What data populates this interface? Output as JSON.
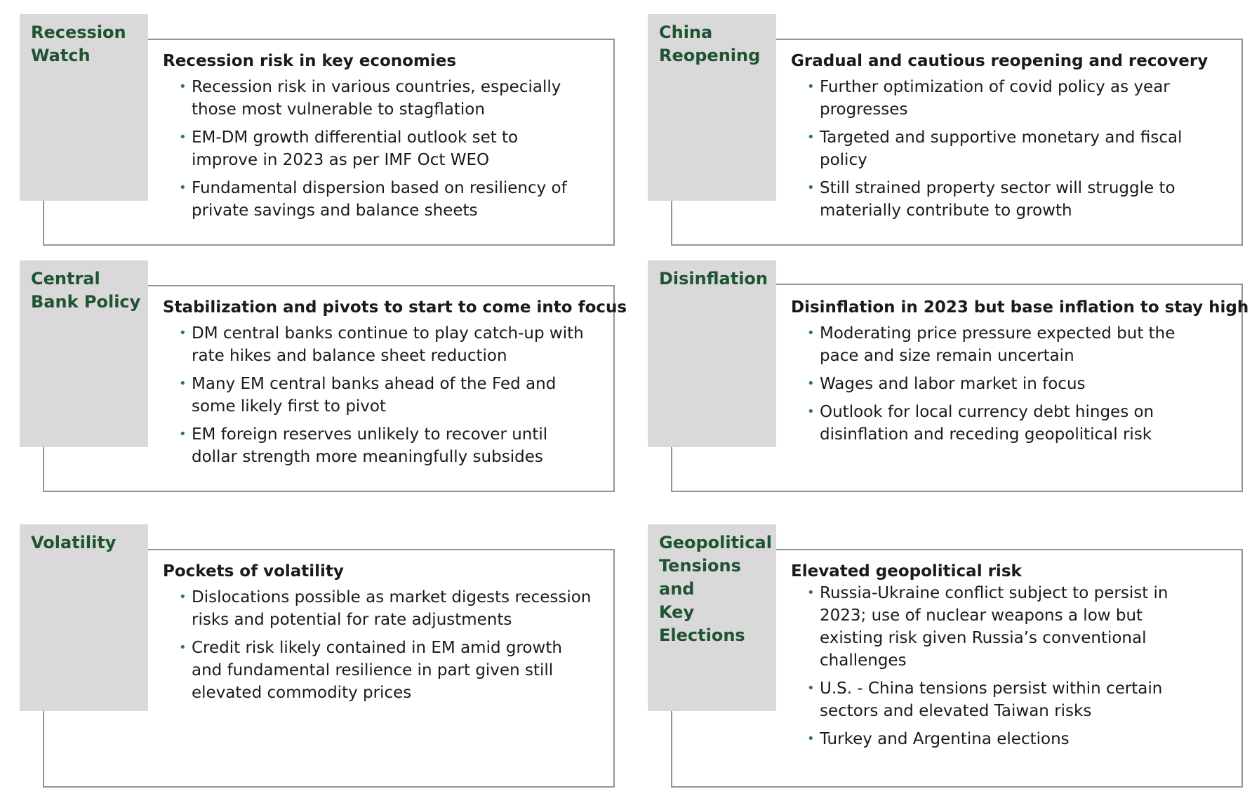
{
  "panels": [
    {
      "tab": [
        "Recession",
        "Watch"
      ],
      "heading": "Recession risk in key economies",
      "bullets": [
        [
          "Recession risk in various countries, especially",
          "those most vulnerable to stagflation"
        ],
        [
          "EM-DM growth differential outlook set to",
          "improve in 2023 as per IMF Oct WEO"
        ],
        [
          "Fundamental dispersion based on resiliency of",
          "private savings and balance sheets"
        ]
      ]
    },
    {
      "tab": [
        "China",
        "Reopening"
      ],
      "heading": "Gradual and cautious reopening and recovery",
      "bullets": [
        [
          "Further optimization of covid policy as year",
          "progresses"
        ],
        [
          "Targeted and supportive monetary and fiscal",
          "policy"
        ],
        [
          "Still strained property sector will struggle to",
          "materially contribute to growth"
        ]
      ]
    },
    {
      "tab": [
        "Central",
        "Bank Policy"
      ],
      "heading": "Stabilization and pivots to start to come into focus",
      "bullets": [
        [
          "DM central banks continue to play catch-up with",
          "rate hikes and balance sheet reduction"
        ],
        [
          "Many EM central banks ahead of the Fed and",
          "some likely first to pivot"
        ],
        [
          "EM foreign reserves unlikely to recover until",
          "dollar strength more meaningfully subsides"
        ]
      ]
    },
    {
      "tab": [
        "Disinflation"
      ],
      "heading": "Disinflation in 2023 but base inflation to stay high",
      "bullets": [
        [
          "Moderating price pressure expected but the",
          "pace and size remain uncertain"
        ],
        [
          "Wages and labor market in focus"
        ],
        [
          "Outlook for local currency debt hinges on",
          "disinflation and receding geopolitical risk"
        ]
      ]
    },
    {
      "tab": [
        "Volatility"
      ],
      "heading": "Pockets of volatility",
      "bullets": [
        [
          "Dislocations possible as market digests recession",
          "risks and potential for rate adjustments"
        ],
        [
          "Credit risk likely contained in EM amid growth",
          "and fundamental resilience in part given still",
          "elevated commodity prices"
        ]
      ]
    },
    {
      "tab": [
        "Geopolitical",
        "Tensions and",
        "Key Elections"
      ],
      "heading": "Elevated geopolitical risk",
      "bullets": [
        [
          "Russia-Ukraine conflict subject to persist in",
          "2023; use of nuclear weapons a low but",
          "existing risk given Russia’s conventional",
          "challenges"
        ],
        [
          "U.S. - China tensions persist within certain",
          "sectors and elevated Taiwan risks"
        ],
        [
          "Turkey and Argentina elections"
        ]
      ]
    }
  ]
}
